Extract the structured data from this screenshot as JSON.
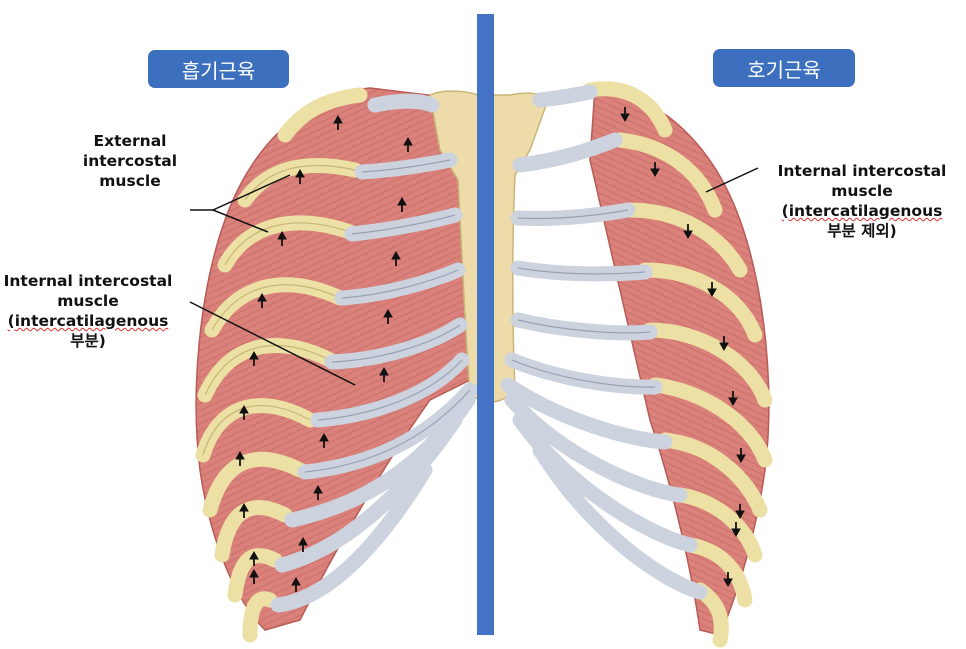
{
  "colors": {
    "badge": "#3d6fbf",
    "divider": "#4472c4",
    "muscle": "#d9817a",
    "muscle_dark": "#b85a55",
    "rib": "#ece0a4",
    "rib_edge": "#c8b677",
    "cartilage": "#ccd3de",
    "cartilage_edge": "#98a2b4",
    "sternum": "#eddcaa",
    "arrow": "#111111"
  },
  "badges": {
    "inspiration": "흡기근육",
    "expiration": "호기근육"
  },
  "labels": {
    "external": {
      "line1": "External",
      "line2": "intercostal",
      "line3": "muscle"
    },
    "internal_left": {
      "line1": "Internal intercostal",
      "line2": "muscle",
      "line3": "(intercatilagenous",
      "line4": "부분)"
    },
    "internal_right": {
      "line1": "Internal intercostal",
      "line2": "muscle",
      "line3": "(intercatilagenous",
      "line4": "부분 제외)"
    }
  },
  "icons": [
    "arrow-up-icon",
    "arrow-down-icon"
  ]
}
